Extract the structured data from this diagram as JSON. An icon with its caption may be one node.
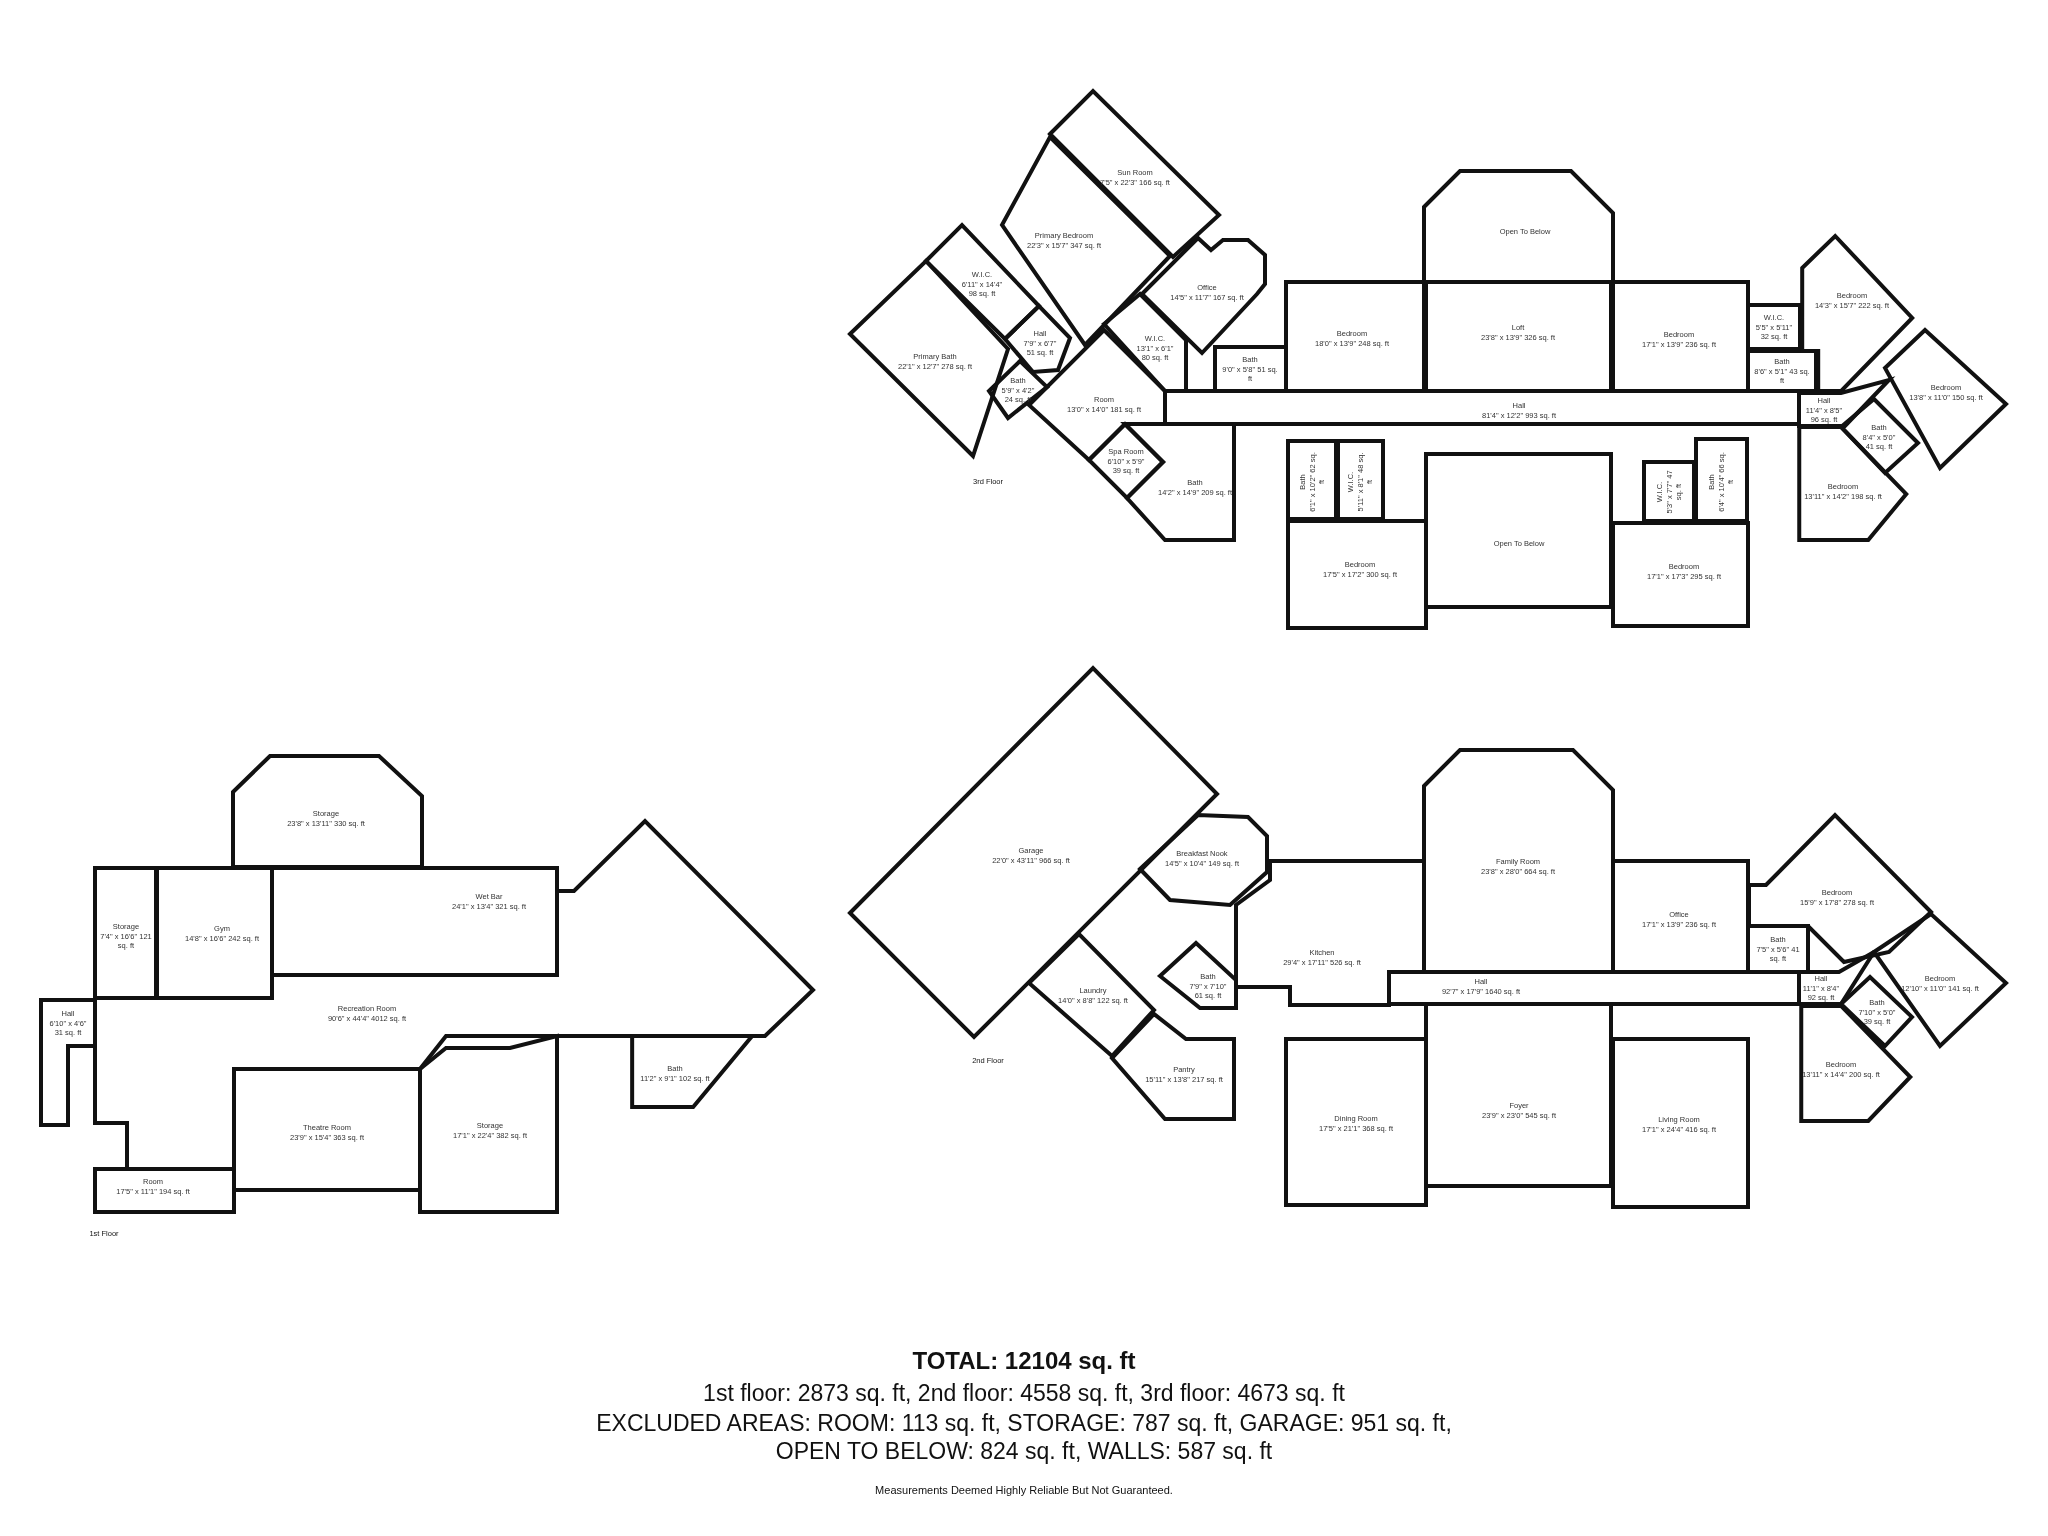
{
  "diagram": {
    "nodes": [
      {
        "text": [
          "Sun Room",
          "7'5\" x 22'3\" 166 sq. ft"
        ]
      },
      {
        "text": [
          "Primary Bedroom",
          "22'3\" x 15'7\" 347 sq. ft"
        ]
      },
      {
        "text": [
          "W.I.C.",
          "6'11\" x 14'4\" 98 sq. ft"
        ]
      },
      {
        "text": [
          "Primary Bath",
          "22'1\" x 12'7\" 278 sq. ft"
        ]
      },
      {
        "text": [
          "Hall",
          "7'9\" x 6'7\" 51 sq. ft"
        ]
      },
      {
        "text": [
          "Bath",
          "5'9\" x 4'2\" 24 sq. ft"
        ]
      },
      {
        "text": [
          "Office",
          "14'5\" x 11'7\" 167 sq. ft"
        ]
      },
      {
        "text": [
          "W.I.C.",
          "13'1\" x 6'1\" 80 sq. ft"
        ]
      },
      {
        "text": [
          "Room",
          "13'0\" x 14'0\" 181 sq. ft"
        ]
      },
      {
        "text": [
          "Bath",
          "9'0\" x 5'8\" 51 sq. ft"
        ]
      },
      {
        "text": [
          "Bedroom",
          "18'0\" x 13'9\" 248 sq. ft"
        ]
      },
      {
        "text": [
          "Open To Below"
        ]
      },
      {
        "text": [
          "Loft",
          "23'8\" x 13'9\" 326 sq. ft"
        ]
      },
      {
        "text": [
          "Bedroom",
          "17'1\" x 13'9\" 236 sq. ft"
        ]
      },
      {
        "text": [
          "W.I.C.",
          "5'5\" x 5'11\" 32 sq. ft"
        ]
      },
      {
        "text": [
          "Bath",
          "8'6\" x 5'1\" 43 sq. ft"
        ]
      },
      {
        "text": [
          "Bedroom",
          "14'3\" x 15'7\" 222 sq. ft"
        ]
      },
      {
        "text": [
          "Bedroom",
          "13'8\" x 11'0\" 150 sq. ft"
        ]
      },
      {
        "text": [
          "Hall",
          "81'4\" x 12'2\" 993 sq. ft"
        ]
      },
      {
        "text": [
          "Hall",
          "11'4\" x 8'5\" 96 sq. ft"
        ]
      },
      {
        "text": [
          "Spa Room",
          "6'10\" x 5'9\" 39 sq. ft"
        ]
      },
      {
        "text": [
          "Bath",
          "14'2\" x 14'9\" 209 sq. ft"
        ]
      },
      {
        "text": [
          "Bath",
          "6'1\" x 10'2\" 62 sq. ft"
        ]
      },
      {
        "text": [
          "W.I.C.",
          "5'11\" x 8'1\" 48 sq. ft"
        ]
      },
      {
        "text": [
          "W.I.C.",
          "5'3\" x 7'7\" 47 sq. ft"
        ]
      },
      {
        "text": [
          "Bath",
          "6'4\" x 10'4\" 66 sq. ft"
        ]
      },
      {
        "text": [
          "Bath",
          "8'4\" x 5'0\" 41 sq. ft"
        ]
      },
      {
        "text": [
          "Bedroom",
          "13'11\" x 14'2\" 198 sq. ft"
        ]
      },
      {
        "text": [
          "Open To Below"
        ]
      },
      {
        "text": [
          "Bedroom",
          "17'5\" x 17'2\" 300 sq. ft"
        ]
      },
      {
        "text": [
          "Bedroom",
          "17'1\" x 17'3\" 295 sq. ft"
        ]
      },
      {
        "text": [
          "Garage",
          "22'0\" x 43'11\" 966 sq. ft"
        ]
      },
      {
        "text": [
          "Breakfast Nook",
          "14'5\" x 10'4\" 149 sq. ft"
        ]
      },
      {
        "text": [
          "Family Room",
          "23'8\" x 28'0\" 664 sq. ft"
        ]
      },
      {
        "text": [
          "Kitchen",
          "29'4\" x 17'11\" 526 sq. ft"
        ]
      },
      {
        "text": [
          "Office",
          "17'1\" x 13'9\" 236 sq. ft"
        ]
      },
      {
        "text": [
          "Bedroom",
          "15'9\" x 17'8\" 278 sq. ft"
        ]
      },
      {
        "text": [
          "Bath",
          "7'5\" x 5'6\" 41 sq. ft"
        ]
      },
      {
        "text": [
          "Laundry",
          "14'0\" x 8'8\" 122 sq. ft"
        ]
      },
      {
        "text": [
          "Bath",
          "7'9\" x 7'10\" 61 sq. ft"
        ]
      },
      {
        "text": [
          "Hall",
          "92'7\" x 17'9\" 1640 sq. ft"
        ]
      },
      {
        "text": [
          "Hall",
          "11'1\" x 8'4\" 92 sq. ft"
        ]
      },
      {
        "text": [
          "Bedroom",
          "12'10\" x 11'0\" 141 sq. ft"
        ]
      },
      {
        "text": [
          "Bath",
          "7'10\" x 5'0\" 39 sq. ft"
        ]
      },
      {
        "text": [
          "Pantry",
          "15'11\" x 13'8\" 217 sq. ft"
        ]
      },
      {
        "text": [
          "Bedroom",
          "13'11\" x 14'4\" 200 sq. ft"
        ]
      },
      {
        "text": [
          "Foyer",
          "23'9\" x 23'0\" 545 sq. ft"
        ]
      },
      {
        "text": [
          "Dining Room",
          "17'5\" x 21'1\" 368 sq. ft"
        ]
      },
      {
        "text": [
          "Living Room",
          "17'1\" x 24'4\" 416 sq. ft"
        ]
      },
      {
        "text": [
          "Storage",
          "23'8\" x 13'11\" 330 sq. ft"
        ]
      },
      {
        "text": [
          "Storage",
          "7'4\" x 16'6\" 121 sq. ft"
        ]
      },
      {
        "text": [
          "Gym",
          "14'8\" x 16'6\" 242 sq. ft"
        ]
      },
      {
        "text": [
          "Wet Bar",
          "24'1\" x 13'4\" 321 sq. ft"
        ]
      },
      {
        "text": [
          "Recreation Room",
          "90'6\" x 44'4\" 4012 sq. ft"
        ]
      },
      {
        "text": [
          "Hall",
          "6'10\" x 4'6\" 31 sq. ft"
        ]
      },
      {
        "text": [
          "Bath",
          "11'2\" x 9'1\" 102 sq. ft"
        ]
      },
      {
        "text": [
          "Theatre Room",
          "23'9\" x 15'4\" 363 sq. ft"
        ]
      },
      {
        "text": [
          "Storage",
          "17'1\" x 22'4\" 382 sq. ft"
        ]
      },
      {
        "text": [
          "Room",
          "17'5\" x 11'1\" 194 sq. ft"
        ]
      }
    ],
    "labels": [
      "3rd Floor",
      "2nd Floor",
      "1st Floor",
      "TOTAL: 12104 sq. ft",
      "1st floor: 2873 sq. ft, 2nd floor: 4558 sq. ft, 3rd floor: 4673 sq. ft",
      "EXCLUDED AREAS: ROOM: 113 sq. ft, STORAGE: 787 sq. ft, GARAGE: 951 sq. ft, OPEN TO BELOW: 824 sq. ft, WALLS: 587 sq. ft",
      "Measurements Deemed Highly Reliable But Not Guaranteed."
    ]
  }
}
